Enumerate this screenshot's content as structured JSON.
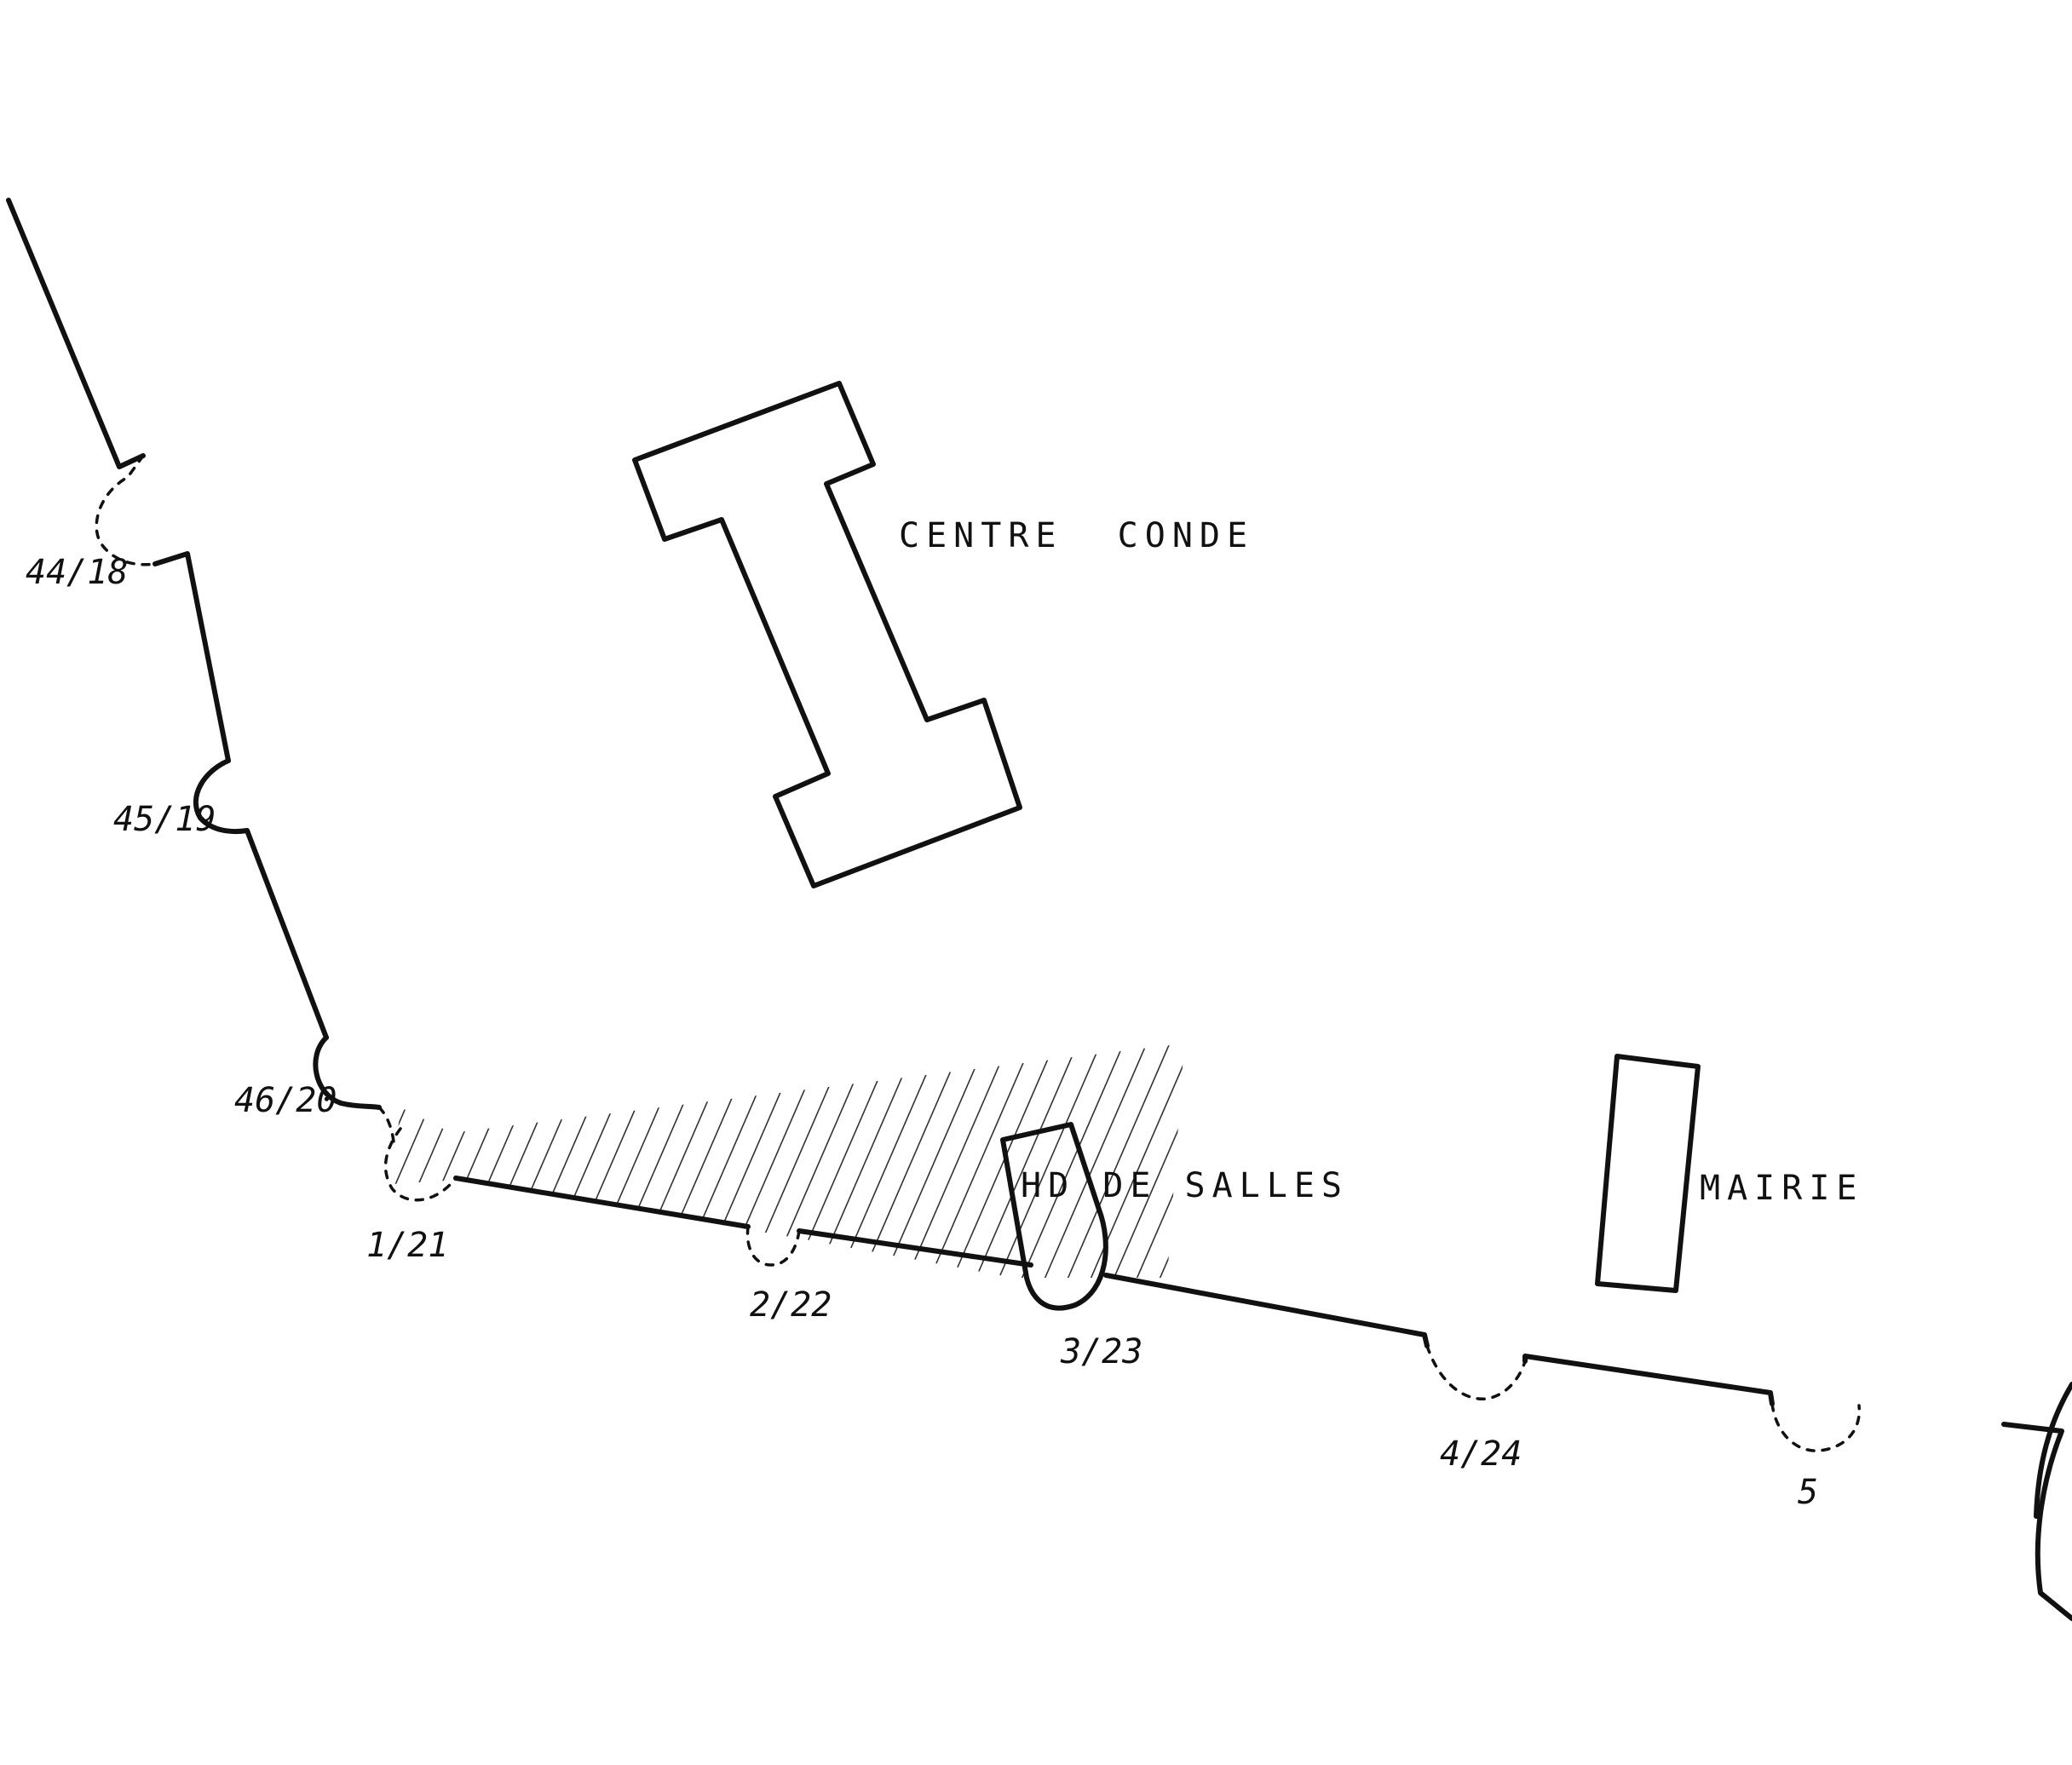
{
  "labels": {
    "centre_conde": "CENTRE  CONDE",
    "hd_de_salles": "HD DE SALLES",
    "mairie": "MAIRIE"
  },
  "tower_labels": {
    "t44": "44/18",
    "t45": "45/19",
    "t46": "46/20",
    "t1": "1/21",
    "t2": "2/22",
    "t3": "3/23",
    "t4": "4/24",
    "t5": "5"
  },
  "colors": {
    "ink": "#111111",
    "paper": "#ffffff"
  }
}
